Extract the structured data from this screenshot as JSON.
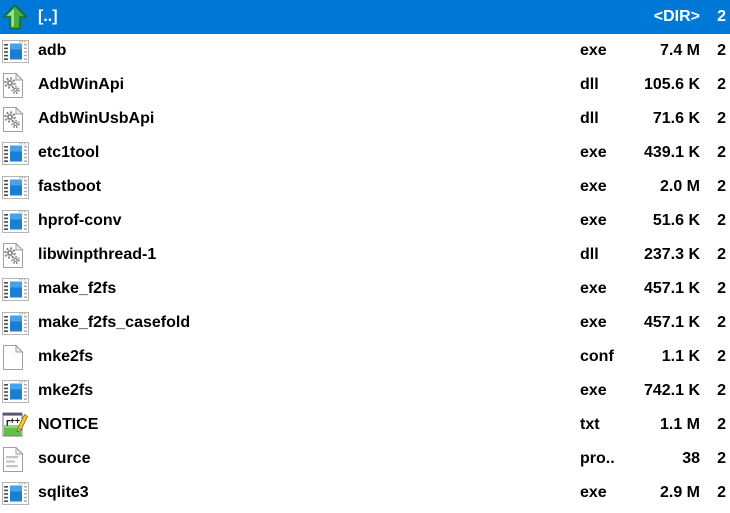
{
  "panel": {
    "selection_color": "#0078d7",
    "background_color": "#ffffff",
    "text_color": "#000000",
    "selected_text_color": "#ffffff"
  },
  "rows": [
    {
      "name": "[..]",
      "ext": "",
      "size": "<DIR>",
      "date": "2",
      "icon": "up-dir-icon",
      "selected": true
    },
    {
      "name": "adb",
      "ext": "exe",
      "size": "7.4 M",
      "date": "2",
      "icon": "exe-app-icon",
      "selected": false
    },
    {
      "name": "AdbWinApi",
      "ext": "dll",
      "size": "105.6 K",
      "date": "2",
      "icon": "dll-gears-icon",
      "selected": false
    },
    {
      "name": "AdbWinUsbApi",
      "ext": "dll",
      "size": "71.6 K",
      "date": "2",
      "icon": "dll-gears-icon",
      "selected": false
    },
    {
      "name": "etc1tool",
      "ext": "exe",
      "size": "439.1 K",
      "date": "2",
      "icon": "exe-app-icon",
      "selected": false
    },
    {
      "name": "fastboot",
      "ext": "exe",
      "size": "2.0 M",
      "date": "2",
      "icon": "exe-app-icon",
      "selected": false
    },
    {
      "name": "hprof-conv",
      "ext": "exe",
      "size": "51.6 K",
      "date": "2",
      "icon": "exe-app-icon",
      "selected": false
    },
    {
      "name": "libwinpthread-1",
      "ext": "dll",
      "size": "237.3 K",
      "date": "2",
      "icon": "dll-gears-icon",
      "selected": false
    },
    {
      "name": "make_f2fs",
      "ext": "exe",
      "size": "457.1 K",
      "date": "2",
      "icon": "exe-app-icon",
      "selected": false
    },
    {
      "name": "make_f2fs_casefold",
      "ext": "exe",
      "size": "457.1 K",
      "date": "2",
      "icon": "exe-app-icon",
      "selected": false
    },
    {
      "name": "mke2fs",
      "ext": "conf",
      "size": "1.1 K",
      "date": "2",
      "icon": "blank-page-icon",
      "selected": false
    },
    {
      "name": "mke2fs",
      "ext": "exe",
      "size": "742.1 K",
      "date": "2",
      "icon": "exe-app-icon",
      "selected": false
    },
    {
      "name": "NOTICE",
      "ext": "txt",
      "size": "1.1 M",
      "date": "2",
      "icon": "notepad-pencil-icon",
      "selected": false
    },
    {
      "name": "source",
      "ext": "pro..",
      "size": "38",
      "date": "2",
      "icon": "text-page-icon",
      "selected": false
    },
    {
      "name": "sqlite3",
      "ext": "exe",
      "size": "2.9 M",
      "date": "2",
      "icon": "exe-app-icon",
      "selected": false
    }
  ]
}
